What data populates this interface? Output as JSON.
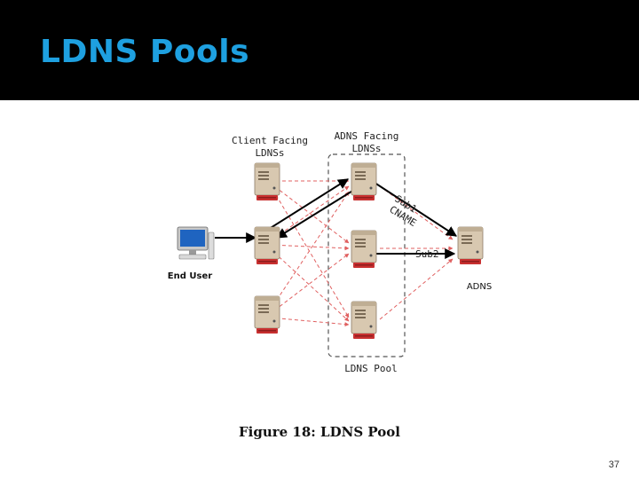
{
  "slide": {
    "title": "LDNS Pools",
    "slide_number": "37",
    "title_color": "#1ea0e0",
    "header_background": "#000000"
  },
  "diagram": {
    "label_client_facing": [
      "Client Facing",
      "LDNSs"
    ],
    "label_adns_facing": [
      "ADNS Facing",
      "LDNSs"
    ],
    "label_end_user": "End User",
    "label_adns": "ADNS",
    "label_ldns_pool": "LDNS Pool",
    "label_sub1": "Sub1",
    "label_cname": "CNAME",
    "label_sub2": "Sub2",
    "icons": {
      "client_ldns": "server-icon",
      "adns_facing_ldns": "server-icon",
      "adns": "server-icon",
      "end_user": "computer-icon"
    },
    "colors": {
      "dashed_query_lines": "#e06060",
      "main_flow": "#000000",
      "server_body": "#d8c8b0"
    }
  },
  "caption": "Figure 18:  LDNS Pool"
}
